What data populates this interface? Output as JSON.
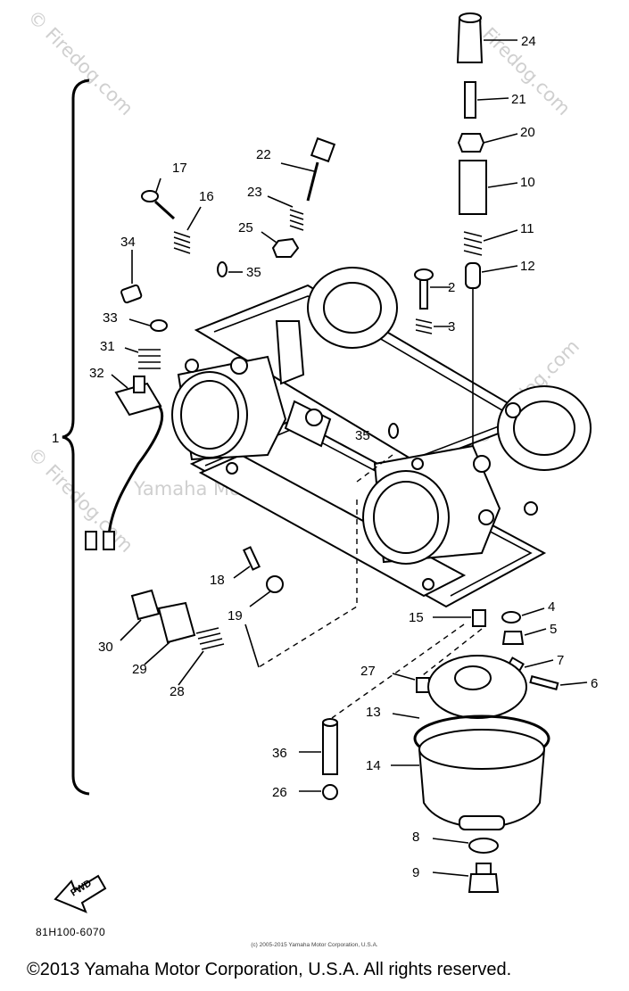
{
  "diagram": {
    "reference_code": "81H100-6070",
    "small_copyright": "(c) 2005-2015 Yamaha Motor Corporation, U.S.A.",
    "copyright": "©2013 Yamaha Motor Corporation, U.S.A. All rights reserved.",
    "watermarks": [
      "© Firedog.com",
      "Yamaha Motor Corp. U.S.A.",
      "© Firedog.com",
      "© Firedog.com",
      "© Firedog.com"
    ],
    "fwd_label": "FWD",
    "bracket_label": "1",
    "part_numbers": [
      "24",
      "21",
      "20",
      "10",
      "11",
      "12",
      "2",
      "3",
      "22",
      "23",
      "25",
      "17",
      "16",
      "34",
      "35",
      "33",
      "31",
      "32",
      "35",
      "18",
      "19",
      "30",
      "29",
      "28",
      "15",
      "4",
      "5",
      "7",
      "6",
      "27",
      "13",
      "36",
      "14",
      "26",
      "8",
      "9"
    ]
  }
}
